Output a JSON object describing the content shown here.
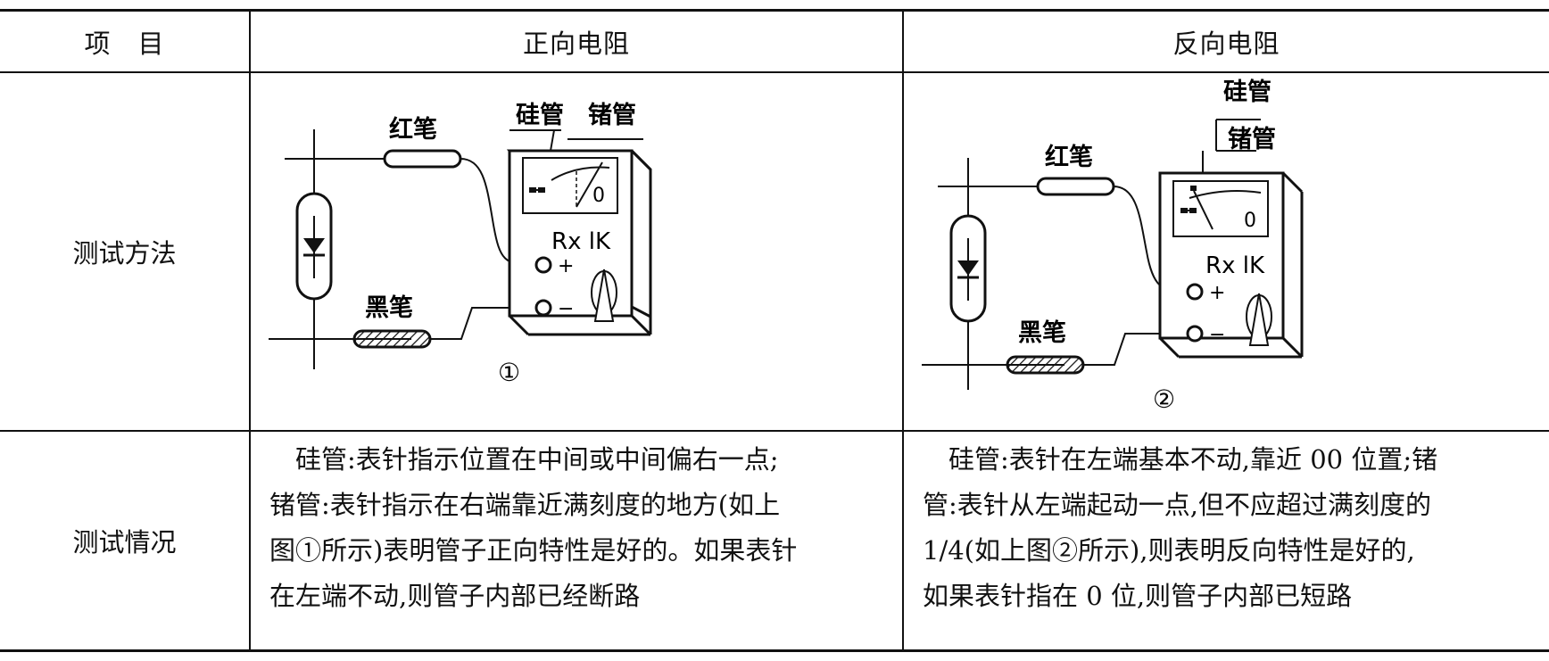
{
  "header": {
    "col_item": "项　目",
    "col_forward": "正向电阻",
    "col_reverse": "反向电阻"
  },
  "rows": {
    "method_label": "测试方法",
    "result_label": "测试情况"
  },
  "forward_diagram": {
    "label_silicon": "硅管",
    "label_germanium": "锗管",
    "red_probe": "红笔",
    "black_probe": "黑笔",
    "range": "Rx lK",
    "plus": "+",
    "minus": "−",
    "scale_zero": "0",
    "figure_number": "①"
  },
  "reverse_diagram": {
    "label_silicon": "硅管",
    "label_germanium": "锗管",
    "red_probe": "红笔",
    "black_probe": "黑笔",
    "range": "Rx lK",
    "plus": "+",
    "minus": "−",
    "scale_zero": "0",
    "figure_number": "②"
  },
  "forward_result_lines": [
    "　硅管:表针指示位置在中间或中间偏右一点;",
    "锗管:表针指示在右端靠近满刻度的地方(如上",
    "图①所示)表明管子正向特性是好的。如果表针",
    "在左端不动,则管子内部已经断路"
  ],
  "reverse_result_lines": [
    "　硅管:表针在左端基本不动,靠近 00 位置;锗",
    "管:表针从左端起动一点,但不应超过满刻度的",
    "1/4(如上图②所示),则表明反向特性是好的,",
    "如果表针指在 0 位,则管子内部已短路"
  ]
}
